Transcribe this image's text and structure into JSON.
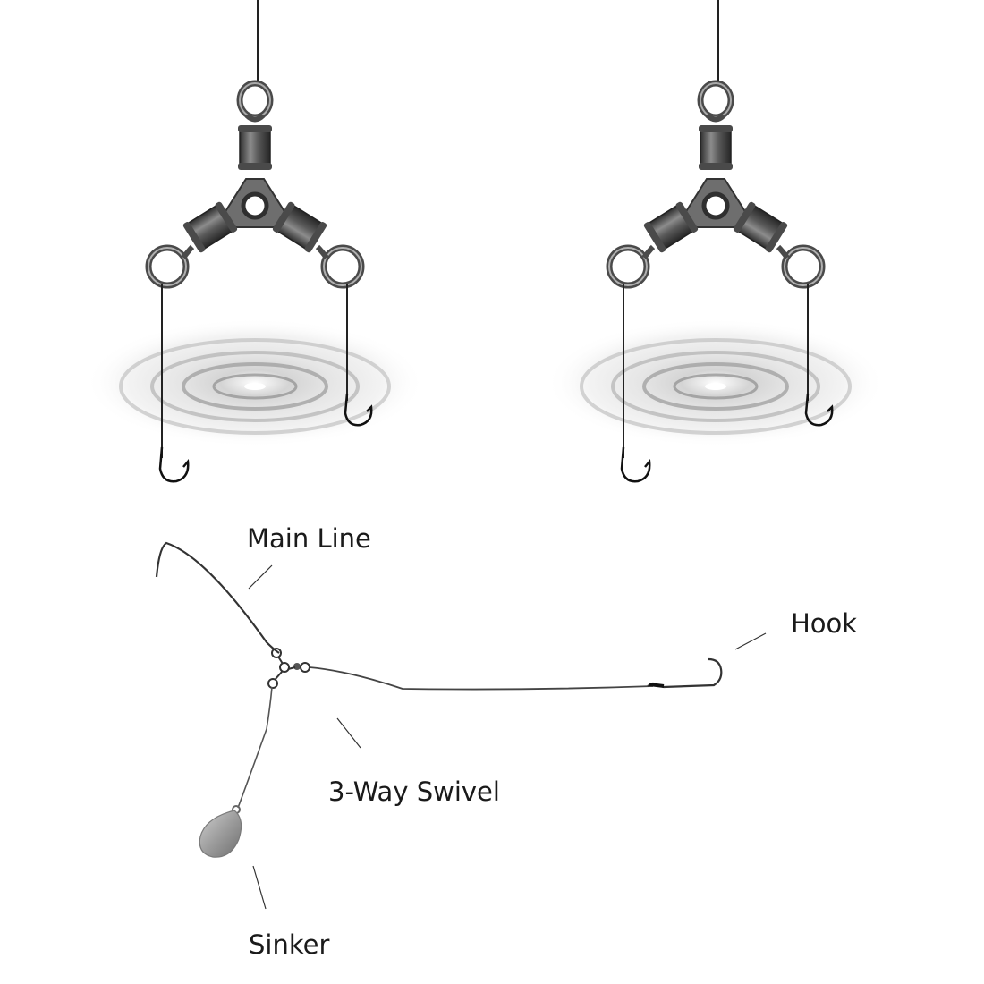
{
  "labels": {
    "main_line": "Main Line",
    "hook": "Hook",
    "three_way_swivel": "3-Way Swivel",
    "sinker": "Sinker"
  },
  "colors": {
    "background": "#ffffff",
    "line": "#222222",
    "metal_dark": "#3b3b3b",
    "metal_light": "#9a9a9a",
    "ripple": "#8a8a8a"
  },
  "icons": {
    "swivel": "three-way-swivel-icon",
    "hook": "fishing-hook-icon",
    "sinker": "sinker-weight-icon",
    "water": "water-ripple-icon"
  }
}
